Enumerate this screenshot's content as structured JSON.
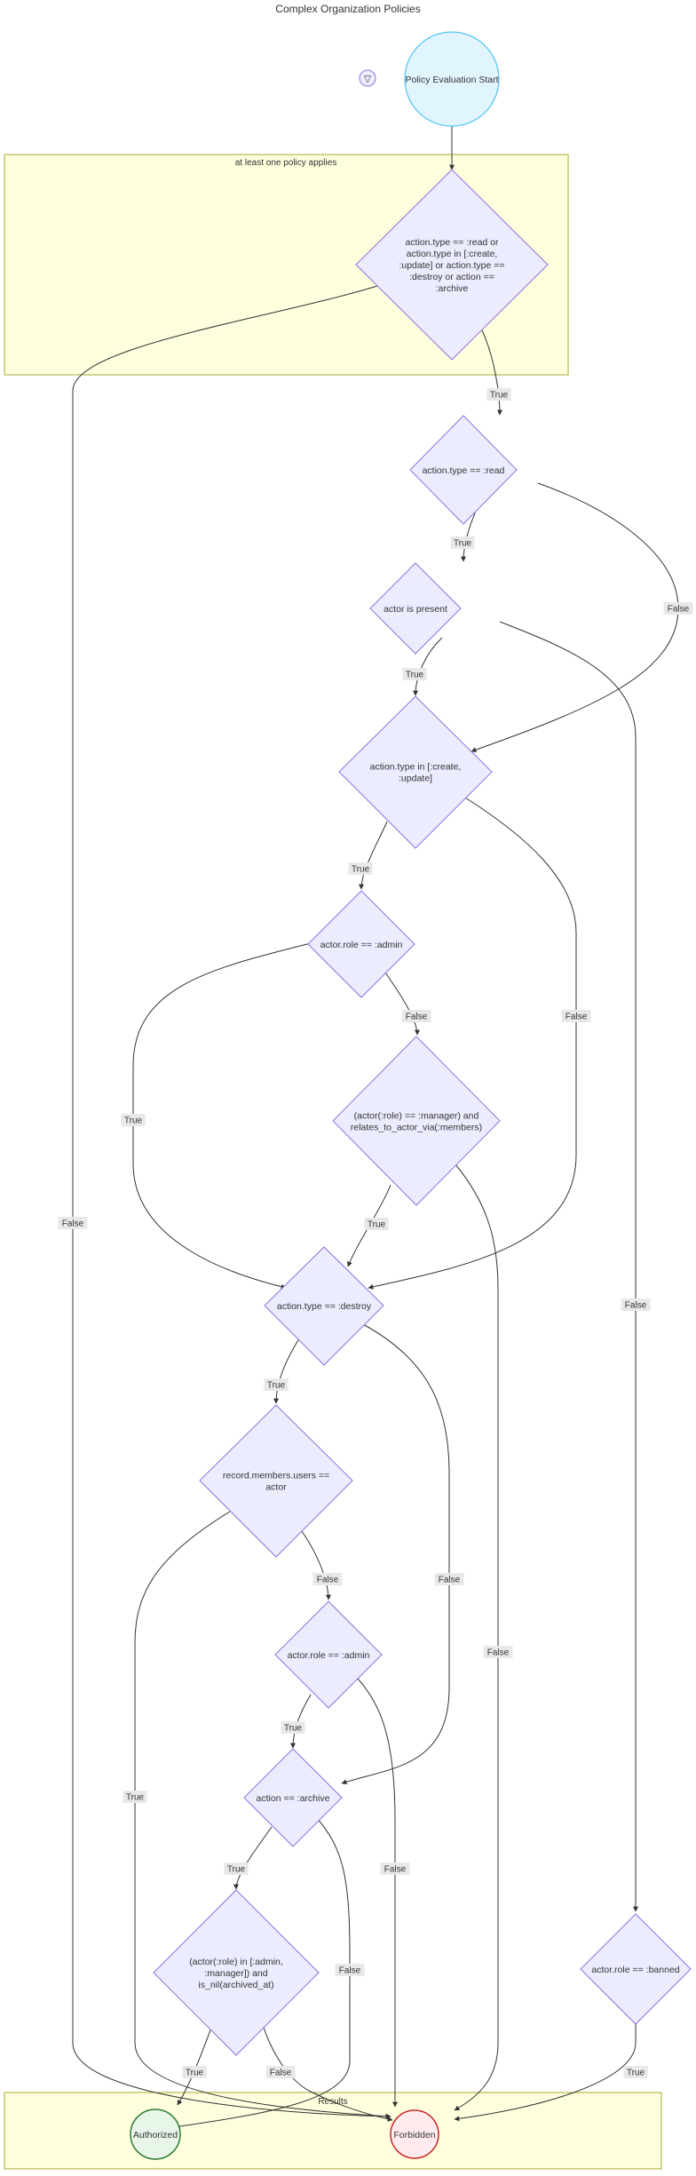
{
  "title": "Complex Organization Policies",
  "colors": {
    "cluster_fill": "#ffffde",
    "cluster_stroke": "#aaaa33",
    "decision_fill": "#ececff",
    "decision_stroke": "#9370db",
    "start_fill": "#e1f5fe",
    "start_stroke": "#4fc3f7",
    "authorized_fill": "#e8f5e9",
    "authorized_stroke": "#2e7d32",
    "forbidden_fill": "#ffebee",
    "forbidden_stroke": "#c62828",
    "edge": "#333333",
    "edge_label_bg": "#e8e8e8"
  },
  "clusters": {
    "applies": "at least one policy applies",
    "results": "Results"
  },
  "nodes": {
    "start": "Policy Evaluation Start",
    "check_action": [
      "action.type == :read or",
      "action.type in [:create,",
      ":update] or action.type ==",
      ":destroy or action ==",
      ":archive"
    ],
    "is_read": [
      "action.type == :read"
    ],
    "actor_present": [
      "actor is present"
    ],
    "create_update": [
      "action.type in [:create,",
      ":update]"
    ],
    "role_admin_1": [
      "actor.role == :admin"
    ],
    "manager_relates": [
      "(actor(:role) == :manager) and",
      "relates_to_actor_via(:members)"
    ],
    "is_destroy": [
      "action.type == :destroy"
    ],
    "members_actor": [
      "record.members.users ==",
      "actor"
    ],
    "role_admin_2": [
      "actor.role == :admin"
    ],
    "is_archive": [
      "action == :archive"
    ],
    "archive_roles": [
      "(actor(:role) in [:admin,",
      ":manager]) and",
      "is_nil(archived_at)"
    ],
    "role_banned": [
      "actor.role == :banned"
    ],
    "authorized": "Authorized",
    "forbidden": "Forbidden",
    "small_circle": "▽"
  },
  "edge_labels": {
    "check_true": "True",
    "check_false": "False",
    "read_true": "True",
    "read_false": "False",
    "present_true": "True",
    "present_false": "False",
    "cu_true": "True",
    "cu_false": "False",
    "admin1_true": "True",
    "admin1_false": "False",
    "mgr_true": "True",
    "mgr_false": "False",
    "destroy_true": "True",
    "destroy_false": "False",
    "members_true": "True",
    "members_false": "False",
    "admin2_true": "True",
    "admin2_false": "False",
    "archive_true": "True",
    "archive_false": "False",
    "roles_true": "True",
    "roles_false": "False",
    "banned_true": "True"
  }
}
